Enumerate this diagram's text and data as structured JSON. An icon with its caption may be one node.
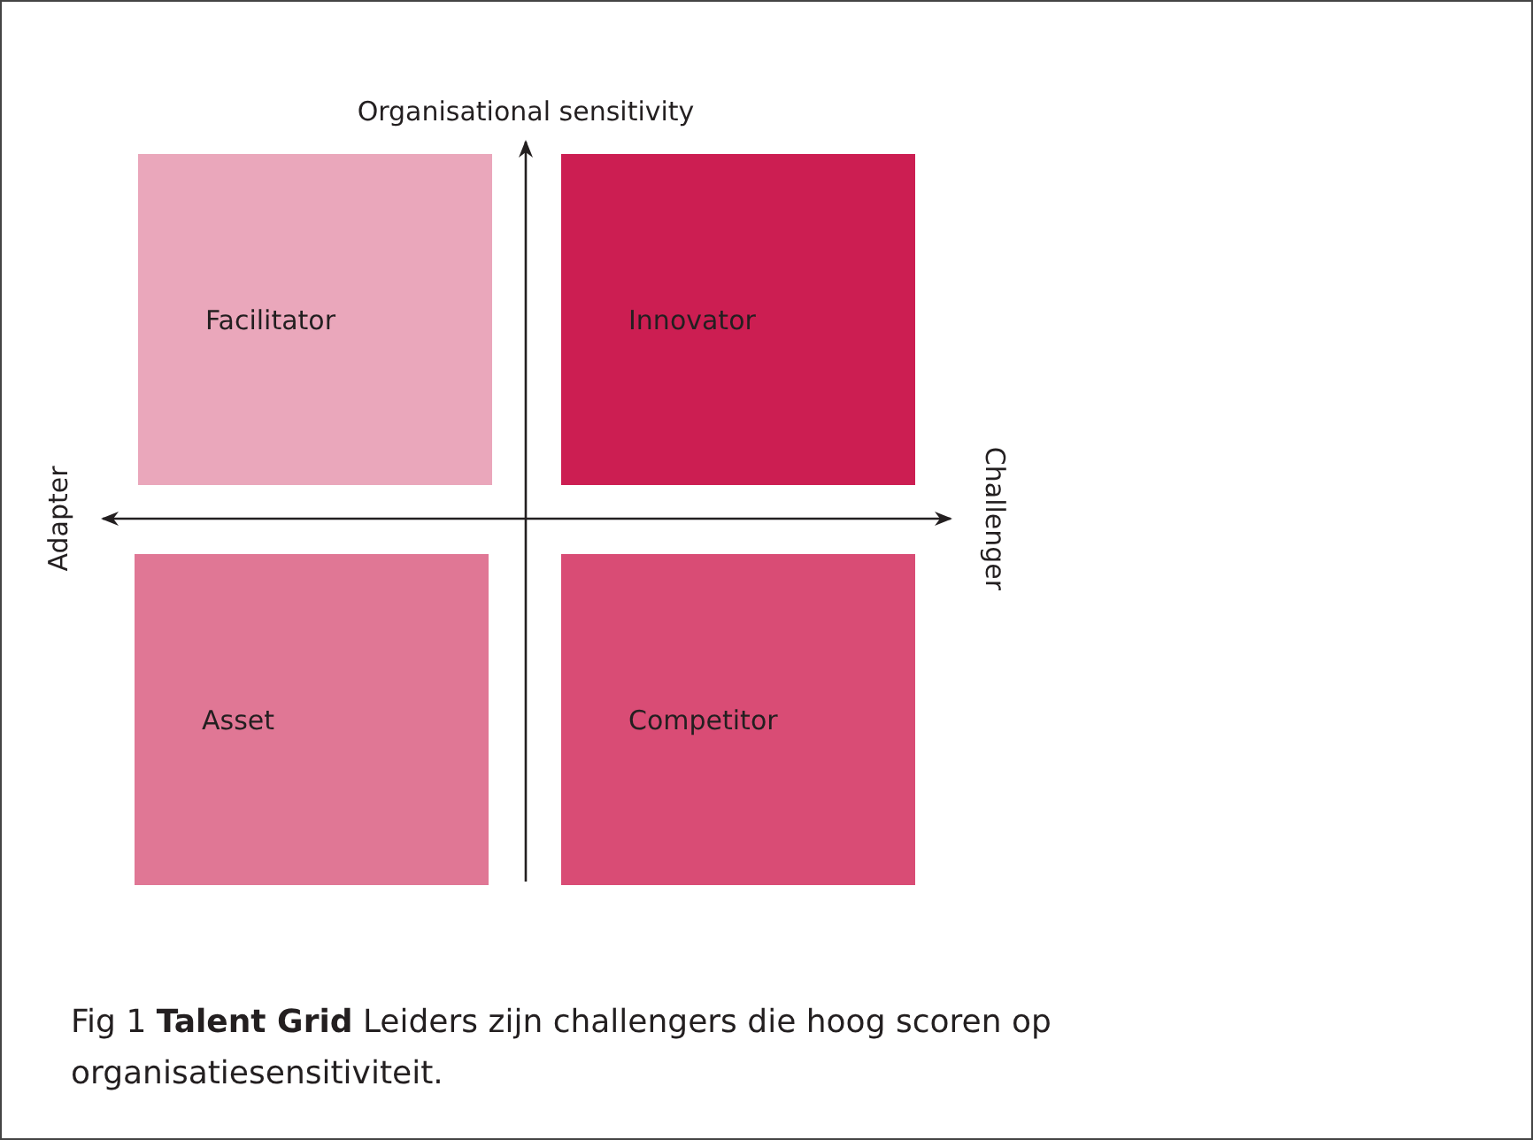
{
  "diagram": {
    "caption": "Fig 1 **Talent Grid** Leiders zijn challengers die hoog scoren op organisatiesensitiviteit.",
    "nodes": [
      {
        "text": [
          "Facilitator"
        ]
      },
      {
        "text": [
          "Innovator"
        ]
      },
      {
        "text": [
          "Asset"
        ]
      },
      {
        "text": [
          "Competitor"
        ]
      }
    ],
    "edges": [],
    "labels": [
      "Organisational sensitivity",
      "Adapter",
      "Challenger"
    ]
  }
}
